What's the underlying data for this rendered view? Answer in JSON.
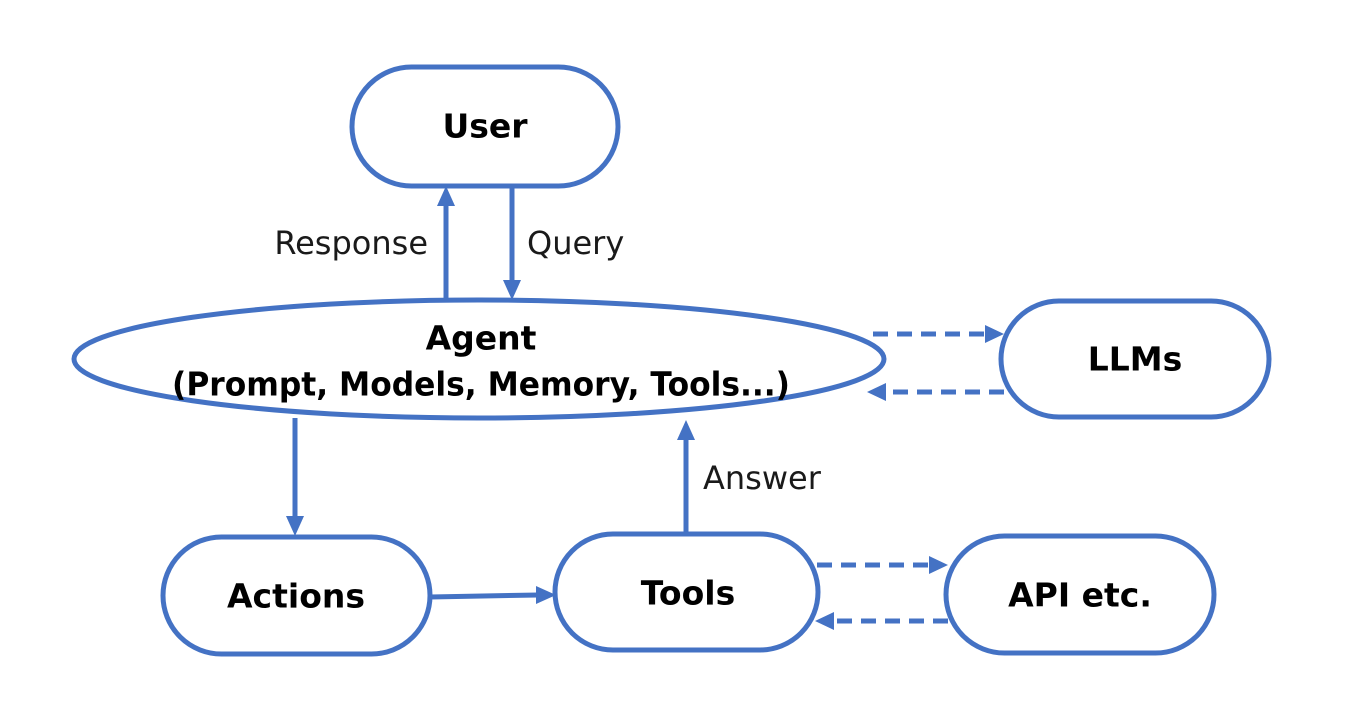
{
  "nodes": {
    "user": {
      "label": "User"
    },
    "agent": {
      "label_line1": "Agent",
      "label_line2": "(Prompt, Models, Memory, Tools...)"
    },
    "llms": {
      "label": "LLMs"
    },
    "actions": {
      "label": "Actions"
    },
    "tools": {
      "label": "Tools"
    },
    "api": {
      "label": "API etc."
    }
  },
  "edges": {
    "response": {
      "label": "Response",
      "from": "Agent",
      "to": "User",
      "style": "solid"
    },
    "query": {
      "label": "Query",
      "from": "User",
      "to": "Agent",
      "style": "solid"
    },
    "answer": {
      "label": "Answer",
      "from": "Tools",
      "to": "Agent",
      "style": "solid"
    },
    "agent_to_actions": {
      "from": "Agent",
      "to": "Actions",
      "style": "solid"
    },
    "actions_to_tools": {
      "from": "Actions",
      "to": "Tools",
      "style": "solid"
    },
    "agent_to_llms": {
      "from": "Agent",
      "to": "LLMs",
      "style": "dashed"
    },
    "llms_to_agent": {
      "from": "LLMs",
      "to": "Agent",
      "style": "dashed"
    },
    "tools_to_api": {
      "from": "Tools",
      "to": "API etc.",
      "style": "dashed"
    },
    "api_to_tools": {
      "from": "API etc.",
      "to": "Tools",
      "style": "dashed"
    }
  },
  "colors": {
    "stroke": "#4472c4",
    "fill": "#ffffff",
    "text": "#000000"
  }
}
